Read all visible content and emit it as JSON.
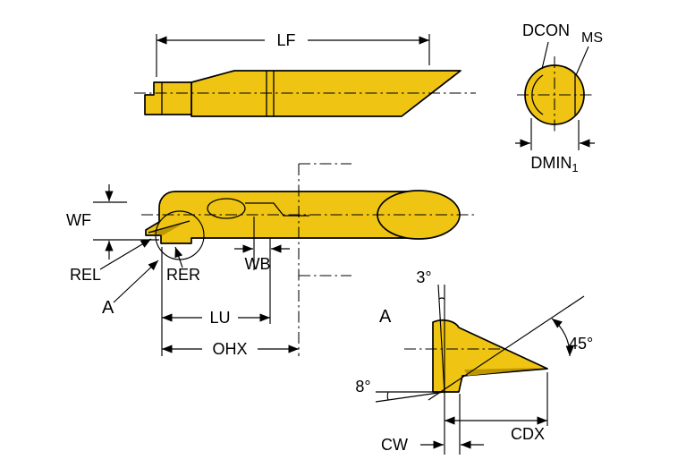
{
  "colors": {
    "tool": "#EFC412",
    "tool_dark": "#BD9600",
    "line": "#000000",
    "background": "#FFFFFF"
  },
  "labels": {
    "lf": "LF",
    "dcon": "DCON",
    "ms": "MS",
    "dmin": "DMIN",
    "dmin_sub": "1",
    "wf": "WF",
    "rel": "REL",
    "rer": "RER",
    "detail_ref": "A",
    "wb": "WB",
    "lu": "LU",
    "ohx": "OHX",
    "detail_title": "A",
    "angle_3": "3°",
    "angle_45": "45°",
    "angle_8": "8°",
    "cdx": "CDX",
    "cw": "CW"
  }
}
